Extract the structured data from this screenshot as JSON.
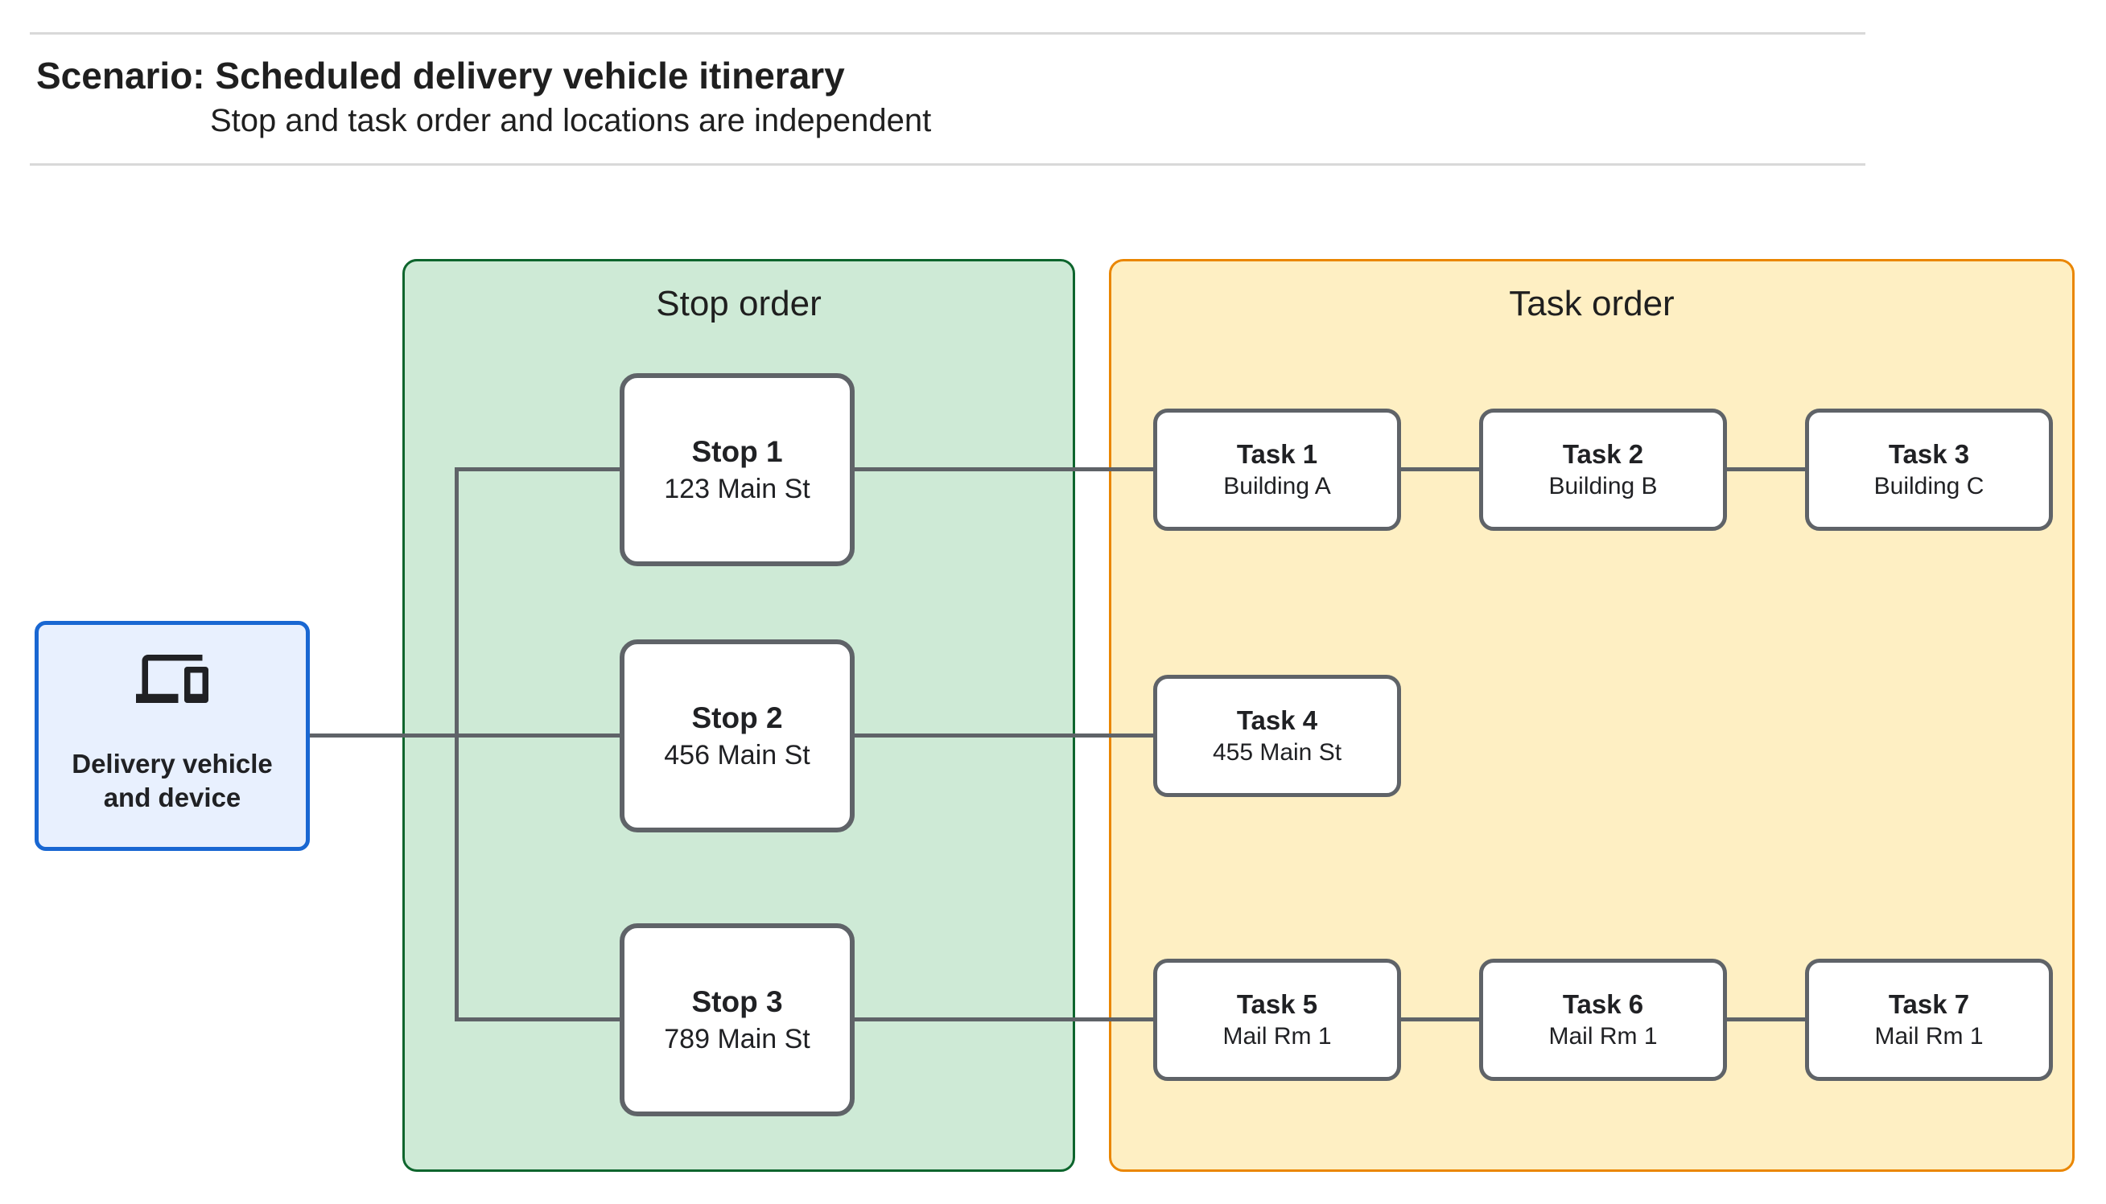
{
  "header": {
    "title": "Scenario: Scheduled delivery vehicle itinerary",
    "subtitle": "Stop and task order and locations are independent"
  },
  "vehicle": {
    "label_line1": "Delivery vehicle",
    "label_line2": "and device",
    "icon": "devices-icon"
  },
  "stop_panel": {
    "title": "Stop order",
    "fill": "#ceead6",
    "border": "#0d652d",
    "stops": [
      {
        "name": "Stop 1",
        "location": "123 Main St"
      },
      {
        "name": "Stop 2",
        "location": "456 Main St"
      },
      {
        "name": "Stop 3",
        "location": "789 Main St"
      }
    ]
  },
  "task_panel": {
    "title": "Task order",
    "fill": "#feefc3",
    "border": "#ea8600",
    "tasks": [
      {
        "name": "Task 1",
        "location": "Building A"
      },
      {
        "name": "Task 2",
        "location": "Building B"
      },
      {
        "name": "Task 3",
        "location": "Building C"
      },
      {
        "name": "Task 4",
        "location": "455 Main St"
      },
      {
        "name": "Task 5",
        "location": "Mail Rm 1"
      },
      {
        "name": "Task 6",
        "location": "Mail Rm 1"
      },
      {
        "name": "Task 7",
        "location": "Mail Rm 1"
      }
    ]
  },
  "edges": [
    "vehicle -> stop-order-group",
    "Stop 1 -> Task 1",
    "Task 1 -> Task 2",
    "Task 2 -> Task 3",
    "Stop 2 -> Task 4",
    "Stop 3 -> Task 5",
    "Task 5 -> Task 6",
    "Task 6 -> Task 7"
  ],
  "colors": {
    "connector": "#5f6368",
    "node_border": "#5f6368",
    "vehicle_fill": "#e8f0fe",
    "vehicle_border": "#1967d2",
    "stop_panel_fill": "#ceead6",
    "stop_panel_border": "#0d652d",
    "task_panel_fill": "#feefc3",
    "task_panel_border": "#ea8600",
    "divider": "#d9d9d9",
    "text": "#1f1f1f"
  }
}
